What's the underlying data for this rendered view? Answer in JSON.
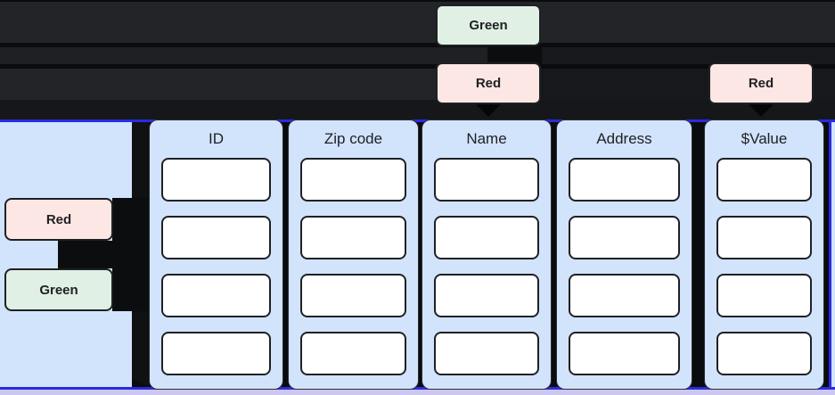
{
  "colors": {
    "black": "#0a0b0d",
    "laneGray": "#232428",
    "laneGray2": "#1e2023",
    "laneDark": "#17181c",
    "bandDark": "#16171a",
    "connBlack": "#0c0d0f",
    "stripBlack": "#101113",
    "arrowBlack": "#050609",
    "panelBlue": "#d2e3fc",
    "colEdge": "#2a2d31",
    "boxWhite": "#ffffff",
    "borderDark": "#1e2124",
    "textDark": "#202124",
    "badgeGreen": "#e0f0e5",
    "badgeRed": "#fce7e4",
    "blueLine": "#2b2be0",
    "lavender": "#ccc7f0"
  },
  "top_flow": {
    "green_badge": "Green",
    "red_badge_center": "Red",
    "red_badge_right": "Red"
  },
  "side_flow": {
    "red_badge": "Red",
    "green_badge": "Green"
  },
  "table": {
    "rows_per_column": 4,
    "columns": [
      {
        "label": "ID"
      },
      {
        "label": "Zip code"
      },
      {
        "label": "Name"
      },
      {
        "label": "Address"
      },
      {
        "label": "$Value"
      }
    ]
  }
}
